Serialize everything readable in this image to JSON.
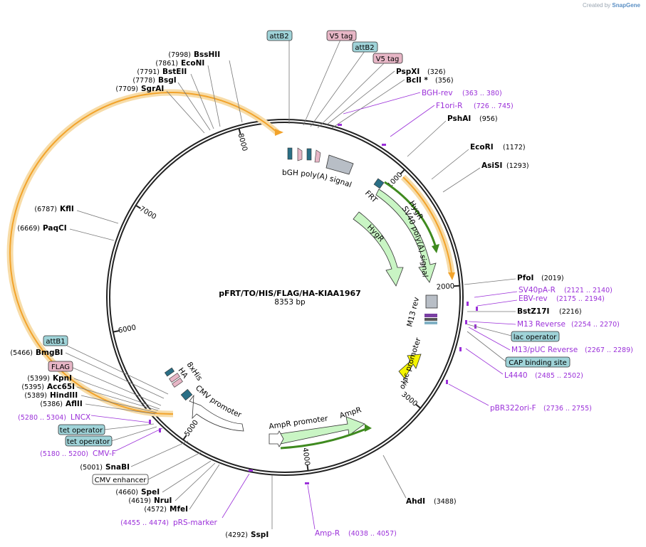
{
  "credit": {
    "prefix": "Created by",
    "brand": "SnapGene"
  },
  "plasmid": {
    "name": "pFRT/TO/HIS/FLAG/HA-KIAA1967",
    "length": "8353 bp",
    "total_bp": 8353
  },
  "ticks": [
    {
      "bp": 1000,
      "label": "1000"
    },
    {
      "bp": 2000,
      "label": "2000"
    },
    {
      "bp": 3000,
      "label": "3000"
    },
    {
      "bp": 4000,
      "label": "4000"
    },
    {
      "bp": 5000,
      "label": "5000"
    },
    {
      "bp": 6000,
      "label": "6000"
    },
    {
      "bp": 7000,
      "label": "7000"
    },
    {
      "bp": 8000,
      "label": "8000"
    }
  ],
  "enzymes": [
    {
      "name": "BssHII",
      "pos": "(7998)",
      "bp": 7998,
      "side": "L"
    },
    {
      "name": "EcoNI",
      "pos": "(7861)",
      "bp": 7861,
      "side": "L"
    },
    {
      "name": "BstEII",
      "pos": "(7791)",
      "bp": 7791,
      "side": "L"
    },
    {
      "name": "BsgI",
      "pos": "(7778)",
      "bp": 7778,
      "side": "L"
    },
    {
      "name": "SgrAI",
      "pos": "(7709)",
      "bp": 7709,
      "side": "L"
    },
    {
      "name": "PspXI",
      "pos": "(326)",
      "bp": 326,
      "side": "R"
    },
    {
      "name": "BclI *",
      "pos": "(356)",
      "bp": 356,
      "side": "R"
    },
    {
      "name": "PshAI",
      "pos": "(956)",
      "bp": 956,
      "side": "R"
    },
    {
      "name": "EcoRI",
      "pos": "(1172)",
      "bp": 1172,
      "side": "R"
    },
    {
      "name": "AsiSI",
      "pos": "(1293)",
      "bp": 1293,
      "side": "R"
    },
    {
      "name": "KflI",
      "pos": "(6787)",
      "bp": 6787,
      "side": "L"
    },
    {
      "name": "PaqCI",
      "pos": "(6669)",
      "bp": 6669,
      "side": "L"
    },
    {
      "name": "PfoI",
      "pos": "(2019)",
      "bp": 2019,
      "side": "R"
    },
    {
      "name": "BstZ17I",
      "pos": "(2216)",
      "bp": 2216,
      "side": "R"
    },
    {
      "name": "BmgBI",
      "pos": "(5466)",
      "bp": 5466,
      "side": "L"
    },
    {
      "name": "KpnI",
      "pos": "(5399)",
      "bp": 5399,
      "side": "L"
    },
    {
      "name": "Acc65I",
      "pos": "(5395)",
      "bp": 5395,
      "side": "L"
    },
    {
      "name": "HindIII",
      "pos": "(5389)",
      "bp": 5389,
      "side": "L"
    },
    {
      "name": "AflII",
      "pos": "(5386)",
      "bp": 5386,
      "side": "L"
    },
    {
      "name": "SnaBI",
      "pos": "(5001)",
      "bp": 5001,
      "side": "L"
    },
    {
      "name": "SpeI",
      "pos": "(4660)",
      "bp": 4660,
      "side": "L"
    },
    {
      "name": "NruI",
      "pos": "(4619)",
      "bp": 4619,
      "side": "L"
    },
    {
      "name": "MfeI",
      "pos": "(4572)",
      "bp": 4572,
      "side": "L"
    },
    {
      "name": "SspI",
      "pos": "(4292)",
      "bp": 4292,
      "side": "L"
    },
    {
      "name": "AhdI",
      "pos": "(3488)",
      "bp": 3488,
      "side": "R"
    }
  ],
  "primers": [
    {
      "name": "BGH-rev",
      "pos": "(363 .. 380)",
      "bp": 371
    },
    {
      "name": "F1ori-R",
      "pos": "(726 .. 745)",
      "bp": 735
    },
    {
      "name": "SV40pA-R",
      "pos": "(2121 .. 2140)",
      "bp": 2130
    },
    {
      "name": "EBV-rev",
      "pos": "(2175 .. 2194)",
      "bp": 2184
    },
    {
      "name": "M13 Reverse",
      "pos": "(2254 .. 2270)",
      "bp": 2262
    },
    {
      "name": "M13/pUC Reverse",
      "pos": "(2267 .. 2289)",
      "bp": 2278
    },
    {
      "name": "L4440",
      "pos": "(2485 .. 2502)",
      "bp": 2493
    },
    {
      "name": "pBR322ori-F",
      "pos": "(2736 .. 2755)",
      "bp": 2745
    },
    {
      "name": "Amp-R",
      "pos": "(4038 .. 4057)",
      "bp": 4047
    },
    {
      "name": "pRS-marker",
      "pos": "(4455 .. 4474)",
      "bp": 4464
    },
    {
      "name": "CMV-F",
      "pos": "(5180 .. 5200)",
      "bp": 5190
    },
    {
      "name": "LNCX",
      "pos": "(5280 .. 5304)",
      "bp": 5292
    }
  ],
  "boxes": [
    {
      "label": "attB2",
      "style": "teal",
      "bp": 130
    },
    {
      "label": "V5 tag",
      "style": "pink",
      "bp": 200
    },
    {
      "label": "attB2",
      "style": "teal",
      "bp": 240
    },
    {
      "label": "V5 tag",
      "style": "pink",
      "bp": 300
    },
    {
      "label": "lac operator",
      "style": "teal",
      "bp": 2272
    },
    {
      "label": "CAP binding site",
      "style": "teal",
      "bp": 2330
    },
    {
      "label": "attB1",
      "style": "teal",
      "bp": 5480
    },
    {
      "label": "FLAG",
      "style": "pink",
      "bp": 5420
    },
    {
      "label": "tet operator",
      "style": "teal",
      "bp": 5215
    },
    {
      "label": "tet operator",
      "style": "teal",
      "bp": 5205
    },
    {
      "label": "CMV enhancer",
      "style": "white",
      "bp": 4860
    }
  ],
  "features": {
    "bgh": "bGH poly(A) signal",
    "frt": "FRT",
    "hygr_outer": "HygR",
    "hygr_inner": "HygR",
    "sv40": "SV40 poly(A) signal",
    "m13rev": "M13 rev",
    "lacp": "lac promoter",
    "ori": "ori",
    "ampr": "AmpR",
    "amprp": "AmpR promoter",
    "cmvp": "CMV promoter",
    "his": "8xHis",
    "ha": "HA"
  },
  "colors": {
    "backbone": "#222222",
    "orf": "#f2a32b",
    "orf_glow": "#f7dca8",
    "green_arrow": "#3f8a1f",
    "hyg": "#c9f5c4",
    "ori": "#f5f500",
    "primer": "#9b30d9",
    "teal_box": "#9fd3d8",
    "pink_box": "#e7b6c6",
    "grey_box": "#b8bec6"
  }
}
